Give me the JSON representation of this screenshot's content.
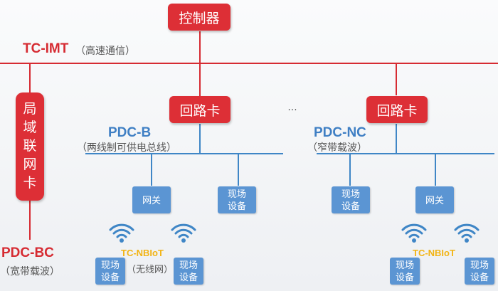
{
  "controller": "控制器",
  "bus": {
    "name": "TC-IMT",
    "desc": "（高速通信）"
  },
  "lan_card": [
    "局",
    "域",
    "联",
    "网",
    "卡"
  ],
  "loop_card_label": "回路卡",
  "ellipsis": "…",
  "pdc_b": {
    "name": "PDC-B",
    "desc": "（两线制可供电总线）"
  },
  "pdc_nc": {
    "name": "PDC-NC",
    "desc": "（窄带载波）"
  },
  "pdc_bc": {
    "name": "PDC-BC",
    "desc": "（宽带载波）"
  },
  "gateway_label": "网关",
  "field_device_label": [
    "现场",
    "设备"
  ],
  "nbiot": {
    "name": "TC-NBIoT",
    "desc": "（无线网）"
  },
  "colors": {
    "red": "#dd2f36",
    "blue_box": "#5b95d3",
    "blue_line": "#3f86c6",
    "yellow": "#f2b415"
  },
  "icons": [
    "wifi-icon"
  ]
}
